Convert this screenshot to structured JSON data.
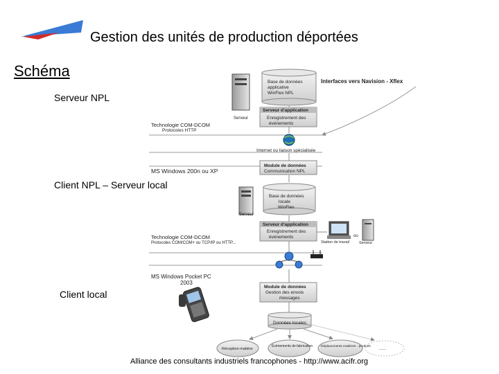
{
  "header": {
    "title": "Gestion des unités de production déportées"
  },
  "section": {
    "heading": "Schéma"
  },
  "labels": {
    "server": "Serveur NPL",
    "client_server": "Client NPL – Serveur local",
    "client_local": "Client local"
  },
  "diagram": {
    "db_top": [
      "Base de données",
      "applicative",
      "WinFlex NPL"
    ],
    "interfaces": "Interfaces vers Navision - Xflex",
    "app_server_top": {
      "title": "Serveur d'application",
      "lines": [
        "Enregistrement des",
        "événements"
      ]
    },
    "server_caption_top": "Serveur",
    "tech_top": [
      "Technologie COM-DCOM",
      "Protocoles HTTP"
    ],
    "internet": "Internet ou liaison spécialisée",
    "comm_module": [
      "Module de données",
      "Communication NPL"
    ],
    "os_top": "MS Windows 200n ou XP",
    "db_mid": [
      "Base de données",
      "locale",
      "WinFlex"
    ],
    "server_caption_mid": "Serveur",
    "app_server_mid": {
      "title": "Serveur d'application",
      "lines": [
        "Enregistrement des",
        "événements"
      ]
    },
    "tech_mid": [
      "Technologie COM-DCOM",
      "Protocoles COM/COM+ ou TCP/IP ou HTTP..."
    ],
    "workstation": "Station de travail",
    "server_caption_right": "Serveur",
    "ou": "ou",
    "os_pocket": [
      "MS Windows Pocket PC",
      "2003"
    ],
    "data_module": [
      "Module de données",
      "Gestion des envois",
      "messages"
    ],
    "db_local": "Données locales",
    "ovals": [
      "Réception matière",
      "Événements de fabrication",
      "Déplacements matières - produits",
      "......"
    ]
  },
  "footer": {
    "text": "Alliance des consultants industriels francophones  -  http://www.acifr.org"
  },
  "colors": {
    "logo_blue": "#3a7bd5",
    "logo_red": "#d22b2b",
    "globe": "#1f6fb5"
  }
}
